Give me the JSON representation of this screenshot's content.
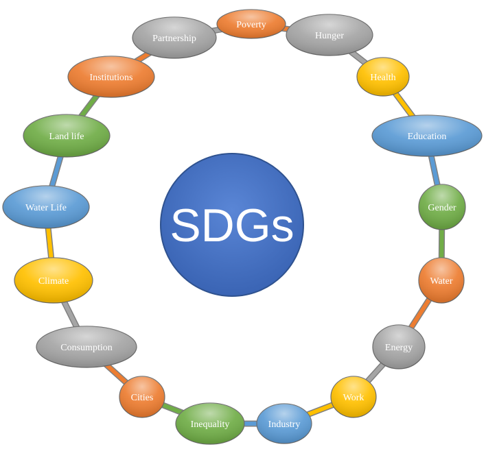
{
  "center": {
    "label": "SDGs",
    "color": "#4472c4"
  },
  "colors": {
    "orange": "#ed7d31",
    "gray": "#a5a5a5",
    "yellow": "#ffc000",
    "blue": "#5b9bd5",
    "green": "#70ad47"
  },
  "goals": [
    {
      "label": "Poverty",
      "color": "orange"
    },
    {
      "label": "Hunger",
      "color": "gray"
    },
    {
      "label": "Health",
      "color": "yellow"
    },
    {
      "label": "Education",
      "color": "blue"
    },
    {
      "label": "Gender",
      "color": "green"
    },
    {
      "label": "Water",
      "color": "orange"
    },
    {
      "label": "Energy",
      "color": "gray"
    },
    {
      "label": "Work",
      "color": "yellow"
    },
    {
      "label": "Industry",
      "color": "blue"
    },
    {
      "label": "Inequality",
      "color": "green"
    },
    {
      "label": "Cities",
      "color": "orange"
    },
    {
      "label": "Consumption",
      "color": "gray"
    },
    {
      "label": "Climate",
      "color": "yellow"
    },
    {
      "label": "Water Life",
      "color": "blue"
    },
    {
      "label": "Land life",
      "color": "green"
    },
    {
      "label": "Institutions",
      "color": "orange"
    },
    {
      "label": "Partnership",
      "color": "gray"
    }
  ]
}
